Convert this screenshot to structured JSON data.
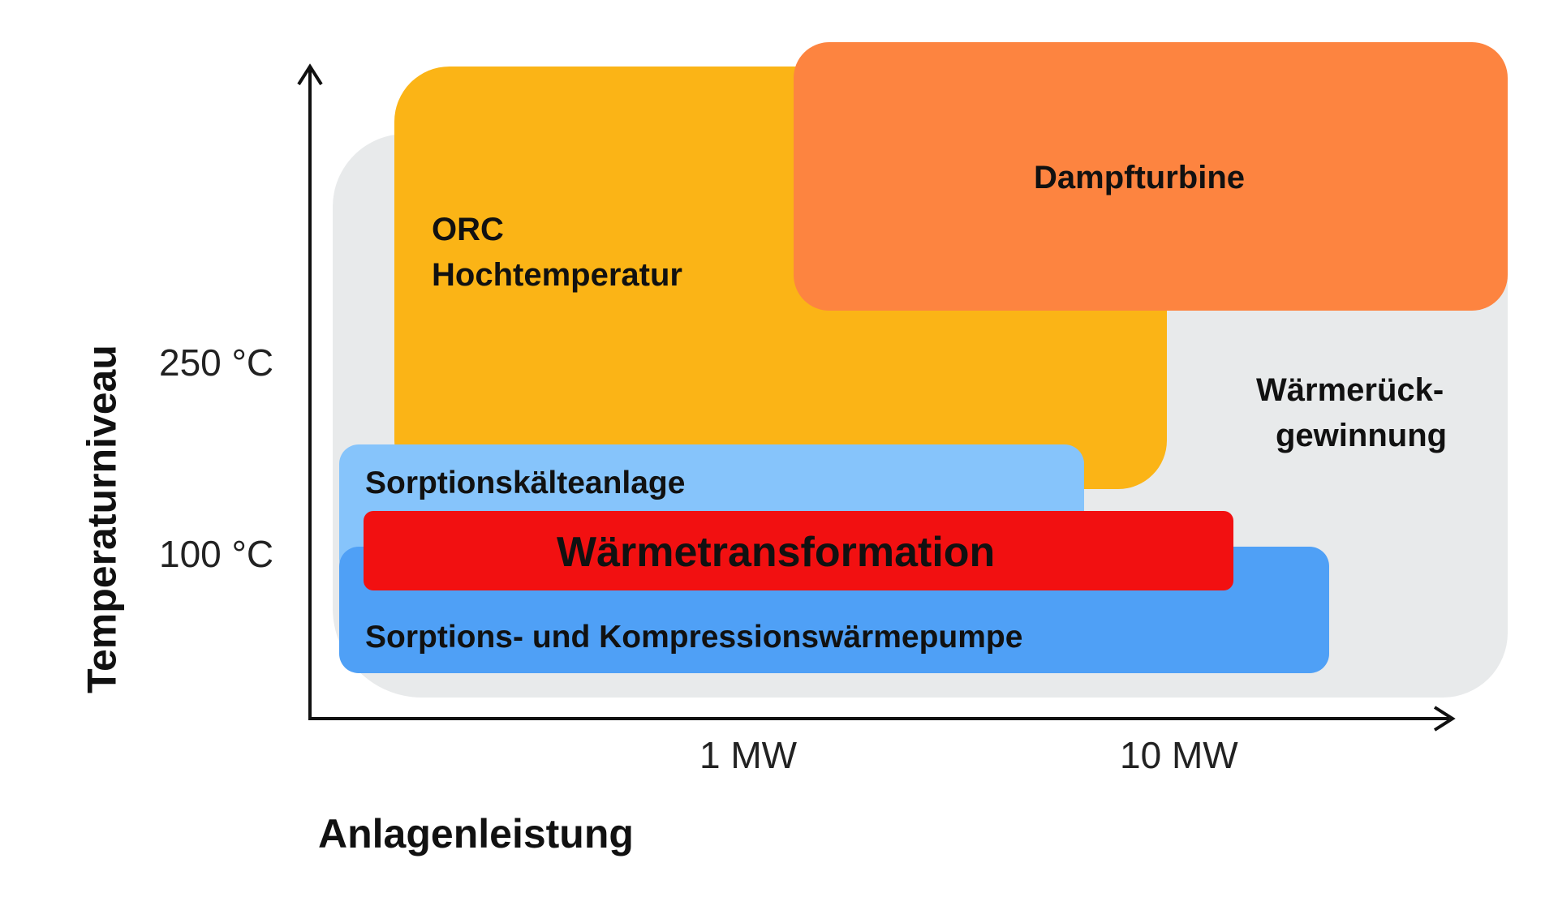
{
  "diagram": {
    "y_axis_label": "Temperaturniveau",
    "x_axis_label": "Anlagenleistung",
    "y_ticks": [
      "250 °C",
      "100 °C"
    ],
    "x_ticks": [
      "1 MW",
      "10 MW"
    ],
    "regions": {
      "waermerueckgewinnung": {
        "label_line1": "Wärmerück-",
        "label_line2": "gewinnung",
        "color": "#e8eaeb"
      },
      "orc": {
        "label_line1": "ORC",
        "label_line2": "Hochtemperatur",
        "color": "#fbb416"
      },
      "dampfturbine": {
        "label": "Dampfturbine",
        "color": "#fd8440"
      },
      "sorptionskaelte": {
        "label": "Sorptionskälteanlage",
        "color": "#86c4fb"
      },
      "waermepumpe": {
        "label": "Sorptions- und Kompressionswärmepumpe",
        "color": "#4fa0f6"
      },
      "waermetransformation": {
        "label": "Wärmetransformation",
        "color": "#f21011"
      }
    }
  }
}
